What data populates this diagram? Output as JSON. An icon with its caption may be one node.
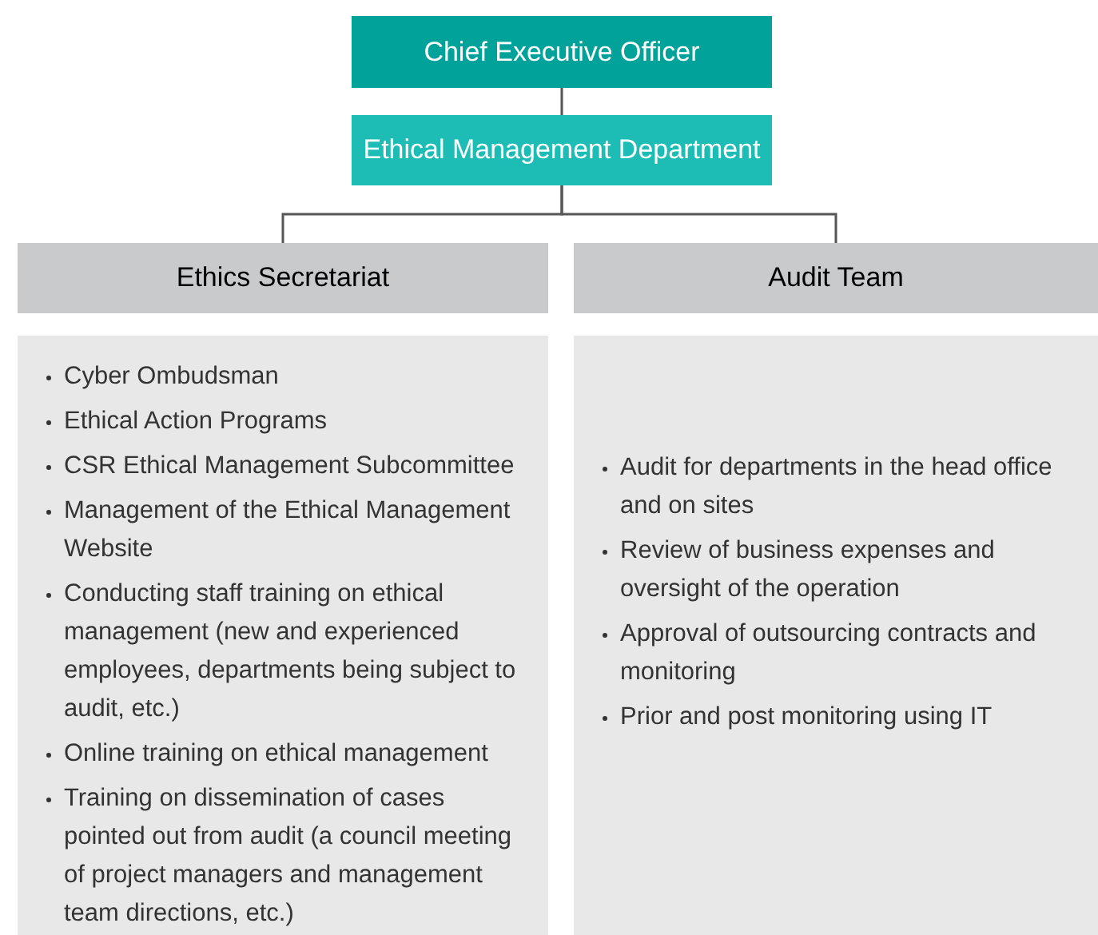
{
  "diagram": {
    "nodes": [
      {
        "text": [
          "Chief Executive Officer"
        ]
      },
      {
        "text": [
          "Ethical Management Department"
        ]
      },
      {
        "text": [
          "Ethics Secretariat"
        ]
      },
      {
        "text": [
          "Audit Team"
        ]
      },
      {
        "text": [
          "Cyber Ombudsman",
          "Ethical Action Programs",
          "CSR Ethical Management Subcommittee",
          "Management of the Ethical Management Website",
          "Conducting staff training on ethical management (new and experienced employees, departments being subject to audit, etc.)",
          "Online training on ethical management",
          "Training on dissemination of cases pointed out from audit (a council meeting of project managers and management team directions, etc.)"
        ]
      },
      {
        "text": [
          "Audit for departments in the head office and on sites",
          "Review of business expenses and oversight of the operation",
          "Approval of outsourcing contracts and monitoring",
          "Prior and post monitoring using IT"
        ]
      }
    ],
    "edges": [
      {
        "from": 0,
        "to": 1,
        "arrow": "none"
      },
      {
        "from": 1,
        "to": 2,
        "arrow": "none"
      },
      {
        "from": 1,
        "to": 3,
        "arrow": "none"
      }
    ]
  }
}
